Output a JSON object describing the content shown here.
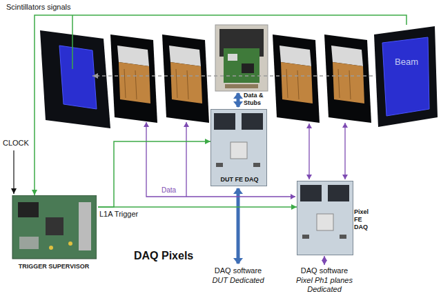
{
  "diagram": {
    "nodes": [
      {
        "text": [
          "Beam"
        ]
      },
      {
        "text": [
          "DUT FE DAQ"
        ]
      },
      {
        "text": [
          "TRIGGER SUPERVISOR"
        ]
      },
      {
        "text": [
          "Pixel FE DAQ"
        ]
      }
    ],
    "edges": [
      {
        "from": 0,
        "to": 2,
        "arrow": "to",
        "label": "Scintillators signals"
      },
      {
        "from": 2,
        "to": 1,
        "arrow": "to"
      },
      {
        "from": 2,
        "to": 3,
        "arrow": "to",
        "label": "L1A Trigger"
      }
    ],
    "labels": [
      "CLOCK",
      "Data",
      "Data & Stubs",
      "DAQ Pixels",
      "DAQ software",
      "DUT Dedicated",
      "DAQ software",
      "Pixel Ph1 planes Dedicated"
    ]
  }
}
